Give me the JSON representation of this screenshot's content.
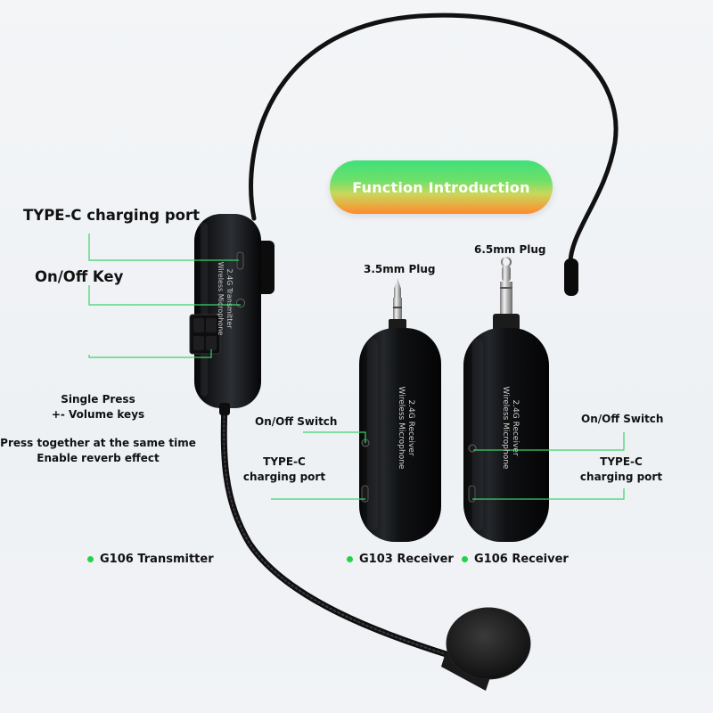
{
  "banner": {
    "title": "Function Introduction"
  },
  "transmitter": {
    "labels": {
      "type_c_port": "TYPE-C charging port",
      "on_off_key": "On/Off Key",
      "single_press_line1": "Single Press",
      "single_press_line2": "+- Volume keys",
      "press_together_line1": "Press together at the same time",
      "press_together_line2": "Enable reverb effect"
    },
    "device_text_line1": "2.4G Transmitter",
    "device_text_line2": "Wireless Microphone",
    "caption": "G106 Transmitter"
  },
  "receiver_g103": {
    "plug_label": "3.5mm Plug",
    "on_off_label": "On/Off Switch",
    "type_c_line1": "TYPE-C",
    "type_c_line2": "charging port",
    "device_text_line1": "2.4G Receiver",
    "device_text_line2": "Wireless Microphone",
    "caption": "G103 Receiver"
  },
  "receiver_g106": {
    "plug_label": "6.5mm Plug",
    "on_off_label": "On/Off Switch",
    "type_c_line1": "TYPE-C",
    "type_c_line2": "charging port",
    "device_text_line1": "2.4G Receiver",
    "device_text_line2": "Wireless Microphone",
    "caption": "G106 Receiver"
  },
  "colors": {
    "accent_green": "#22d34a",
    "leader_line": "#3bd36a",
    "device_black": "#0d0e10"
  }
}
